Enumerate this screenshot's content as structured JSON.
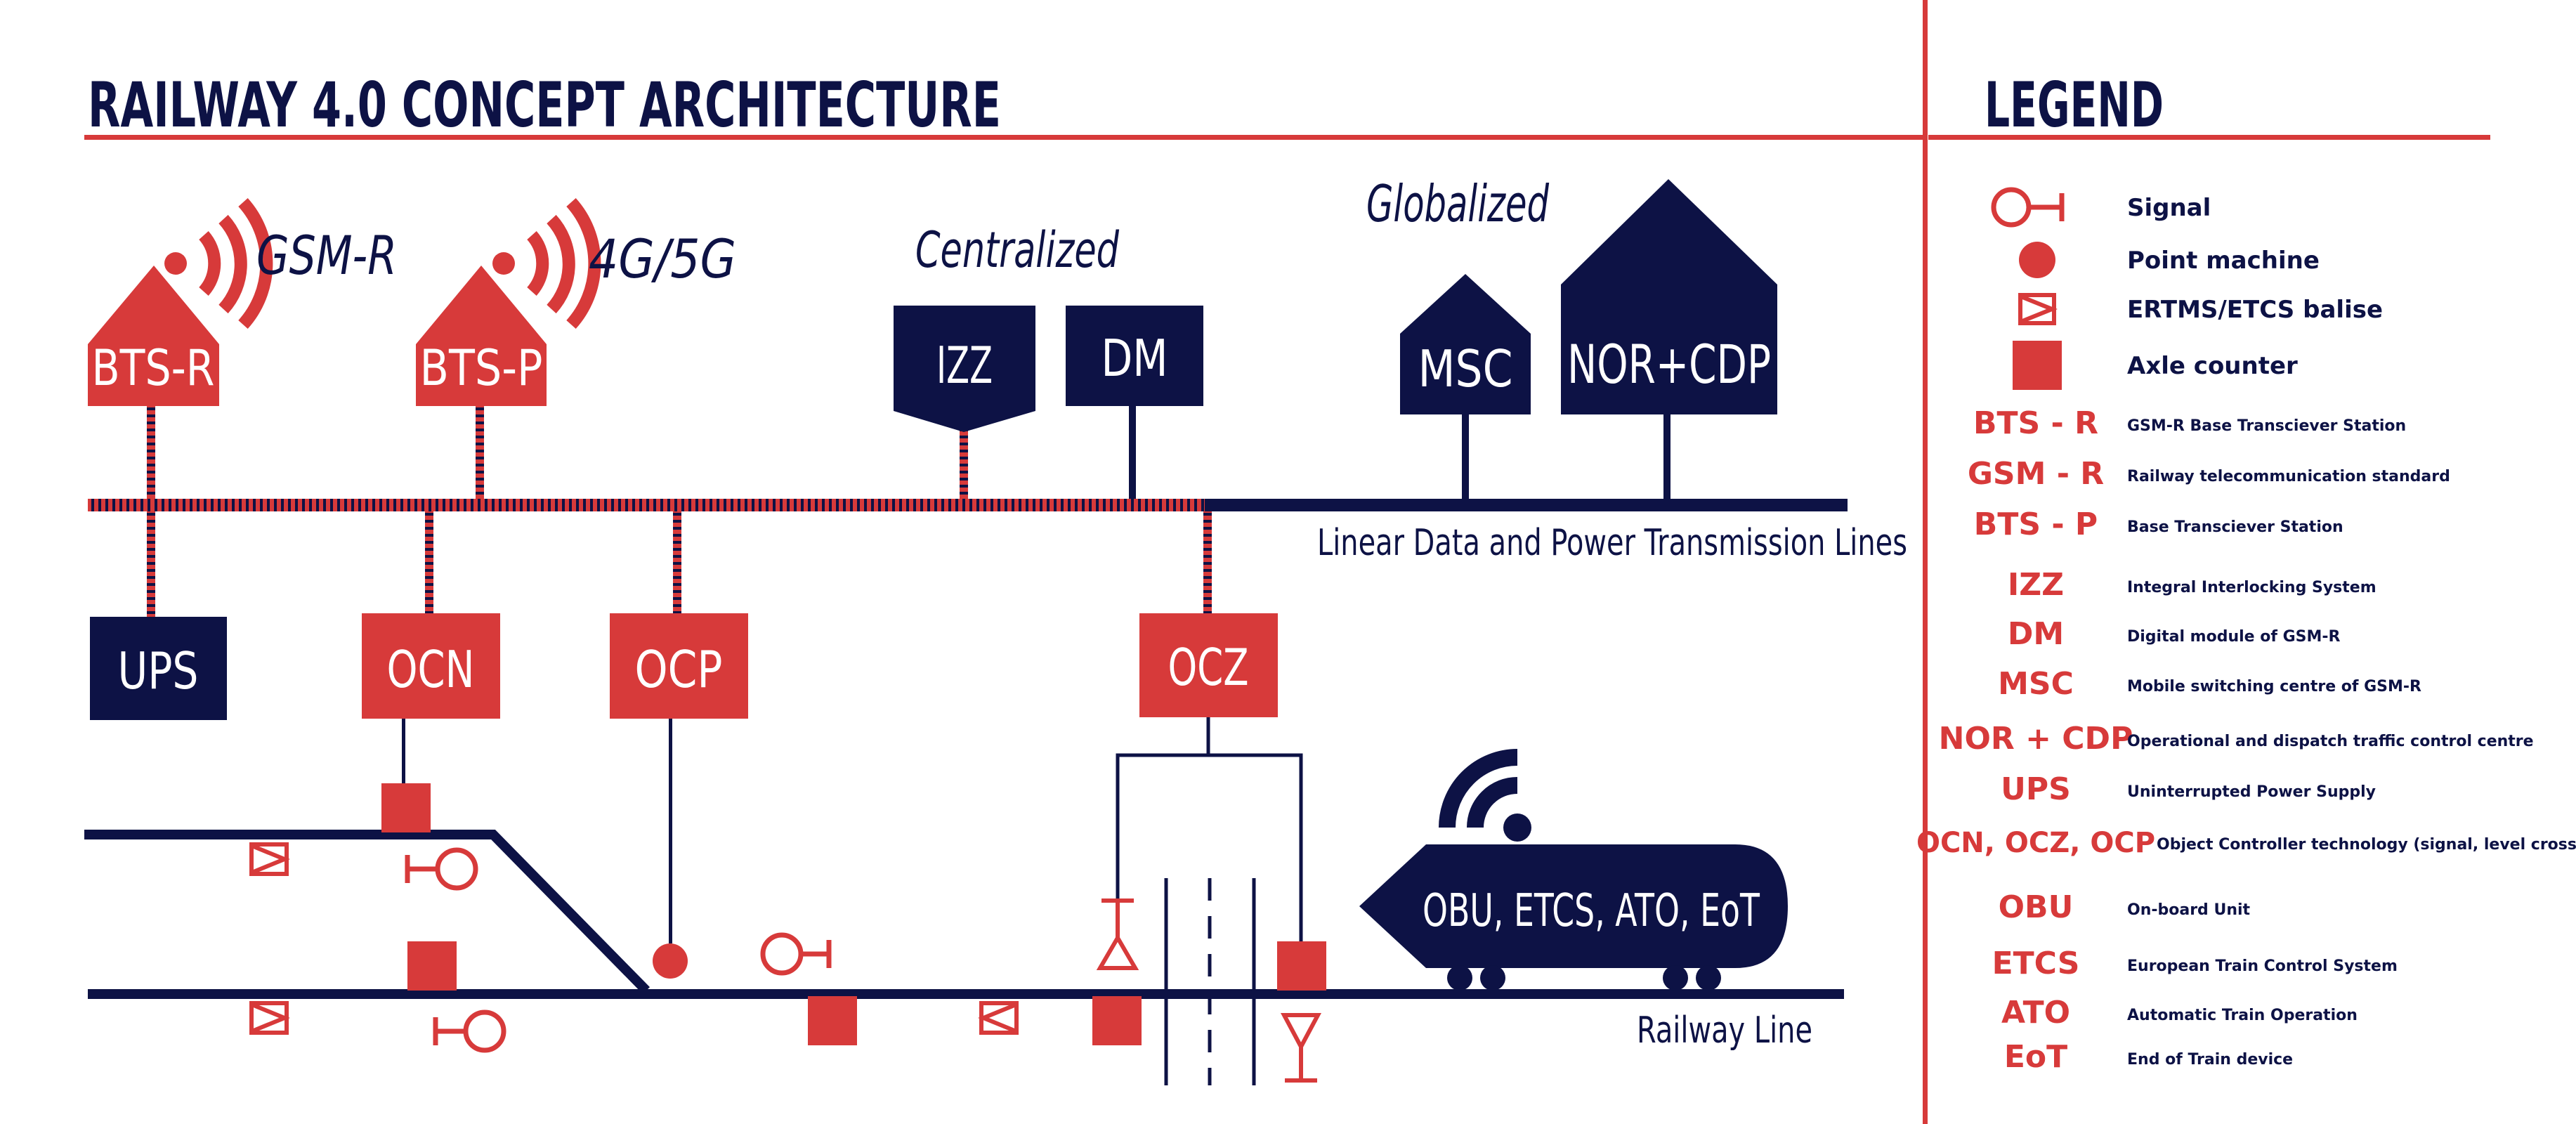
{
  "title": "RAILWAY 4.0 CONCEPT ARCHITECTURE",
  "legend_title": "LEGEND",
  "colors": {
    "navy": "#0d1245",
    "red": "#d73a3a",
    "white": "#ffffff"
  },
  "labels": {
    "gsm_r": "GSM-R",
    "g4_5": "4G/5G",
    "centralized": "Centralized",
    "globalized": "Globalized",
    "linear": "Linear Data and Power Transmission Lines",
    "railway": "Railway Line"
  },
  "nodes": {
    "bts_r": "BTS-R",
    "bts_p": "BTS-P",
    "izz": "IZZ",
    "dm": "DM",
    "msc": "MSC",
    "nor_cdp": "NOR+CDP",
    "ups": "UPS",
    "ocn": "OCN",
    "ocp": "OCP",
    "ocz": "OCZ",
    "train": "OBU, ETCS, ATO, EoT"
  },
  "legend_symbols": [
    {
      "icon": "signal-icon",
      "label": "Signal"
    },
    {
      "icon": "point-machine-icon",
      "label": "Point machine"
    },
    {
      "icon": "balise-icon",
      "label": "ERTMS/ETCS balise"
    },
    {
      "icon": "axle-counter-icon",
      "label": "Axle counter"
    }
  ],
  "legend_abbrev": [
    {
      "abbr": "BTS - R",
      "desc": "GSM-R Base Transciever Station"
    },
    {
      "abbr": "GSM - R",
      "desc": "Railway telecommunication standard"
    },
    {
      "abbr": "BTS - P",
      "desc": "Base Transciever Station"
    },
    {
      "abbr": "IZZ",
      "desc": "Integral Interlocking System"
    },
    {
      "abbr": "DM",
      "desc": "Digital module of GSM-R"
    },
    {
      "abbr": "MSC",
      "desc": "Mobile switching centre of GSM-R"
    },
    {
      "abbr": "NOR + CDP",
      "desc": "Operational and dispatch traffic control centre"
    },
    {
      "abbr": "UPS",
      "desc": "Uninterrupted Power Supply"
    },
    {
      "abbr": "OCN, OCZ, OCP",
      "desc": "Object Controller technology (signal, level crossing, point)"
    },
    {
      "abbr": "OBU",
      "desc": "On-board Unit"
    },
    {
      "abbr": "ETCS",
      "desc": "European Train Control System"
    },
    {
      "abbr": "ATO",
      "desc": "Automatic Train Operation"
    },
    {
      "abbr": "EoT",
      "desc": "End of Train device"
    }
  ]
}
